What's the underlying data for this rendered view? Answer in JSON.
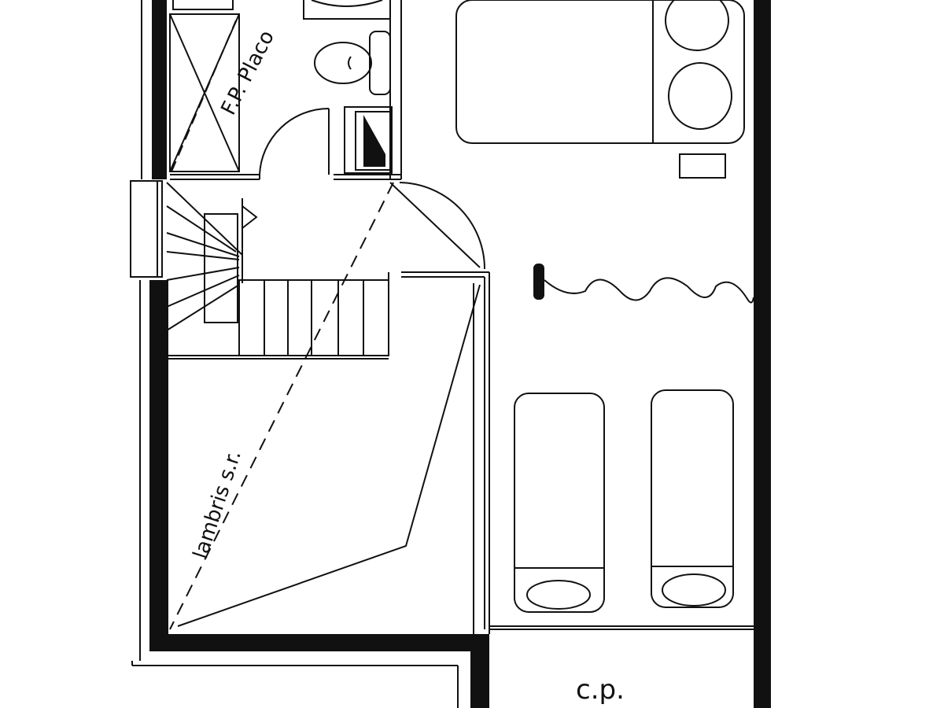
{
  "labels": {
    "partition": "F.P. Placo",
    "paneling": "lambris s.r.",
    "closet": "c.p."
  },
  "colors": {
    "ink": "#111111",
    "paper": "#ffffff"
  }
}
